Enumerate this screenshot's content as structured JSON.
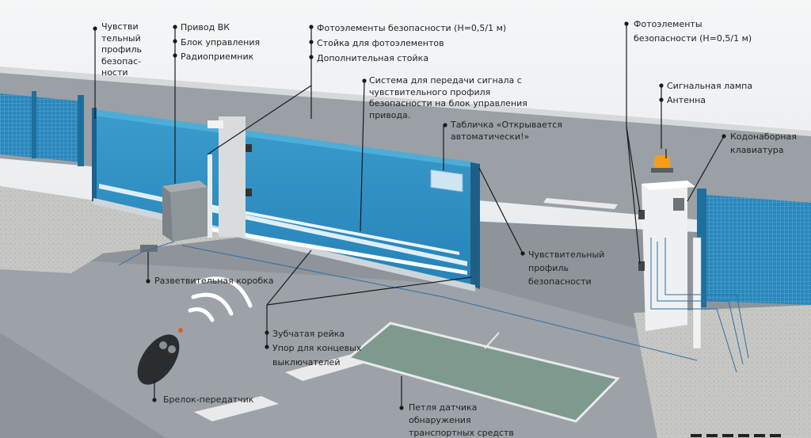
{
  "labels": {
    "sensitive_profile_left": [
      "Чувстви",
      "тельный",
      "профиль",
      "безопас-",
      "ности"
    ],
    "drive_group": [
      "Привод ВК",
      "Блок управления",
      "Радиоприемник"
    ],
    "photo_group": [
      "Фотоэлементы безопасности (H=0,5/1 м)",
      "Стойка для фотоэлементов",
      "Дополнительная стойка"
    ],
    "signal_system": [
      "Система для передачи сигнала с",
      "чувствительного профиля",
      "безопасности на блок управления",
      "привода."
    ],
    "auto_sign": [
      "Табличка «Открывается",
      "автоматически!»"
    ],
    "photo_right": [
      "Фотоэлементы",
      "безопасности (H=0,5/1 м)"
    ],
    "lamp_group": [
      "Сигнальная лампа",
      "Антенна"
    ],
    "keypad": [
      "Кодонаборная",
      "клавиатура"
    ],
    "sensitive_profile_right": [
      "Чувствительный",
      "профиль",
      "безопасности"
    ],
    "junction_box": [
      "Разветвительная коробка"
    ],
    "rack_group": [
      "Зубчатая рейка",
      "Упор для концевых",
      "выключателей"
    ],
    "remote": [
      "Брелок-передатчик"
    ],
    "loop": [
      "Петля датчика",
      "обнаружения",
      "транспортных средств"
    ]
  },
  "colors": {
    "gate": "#2f8fc2",
    "gate_dark": "#1f6f9c",
    "road": "#8b9196",
    "sidewalk": "#c9cbc8",
    "leader": "#1a1a1a"
  }
}
